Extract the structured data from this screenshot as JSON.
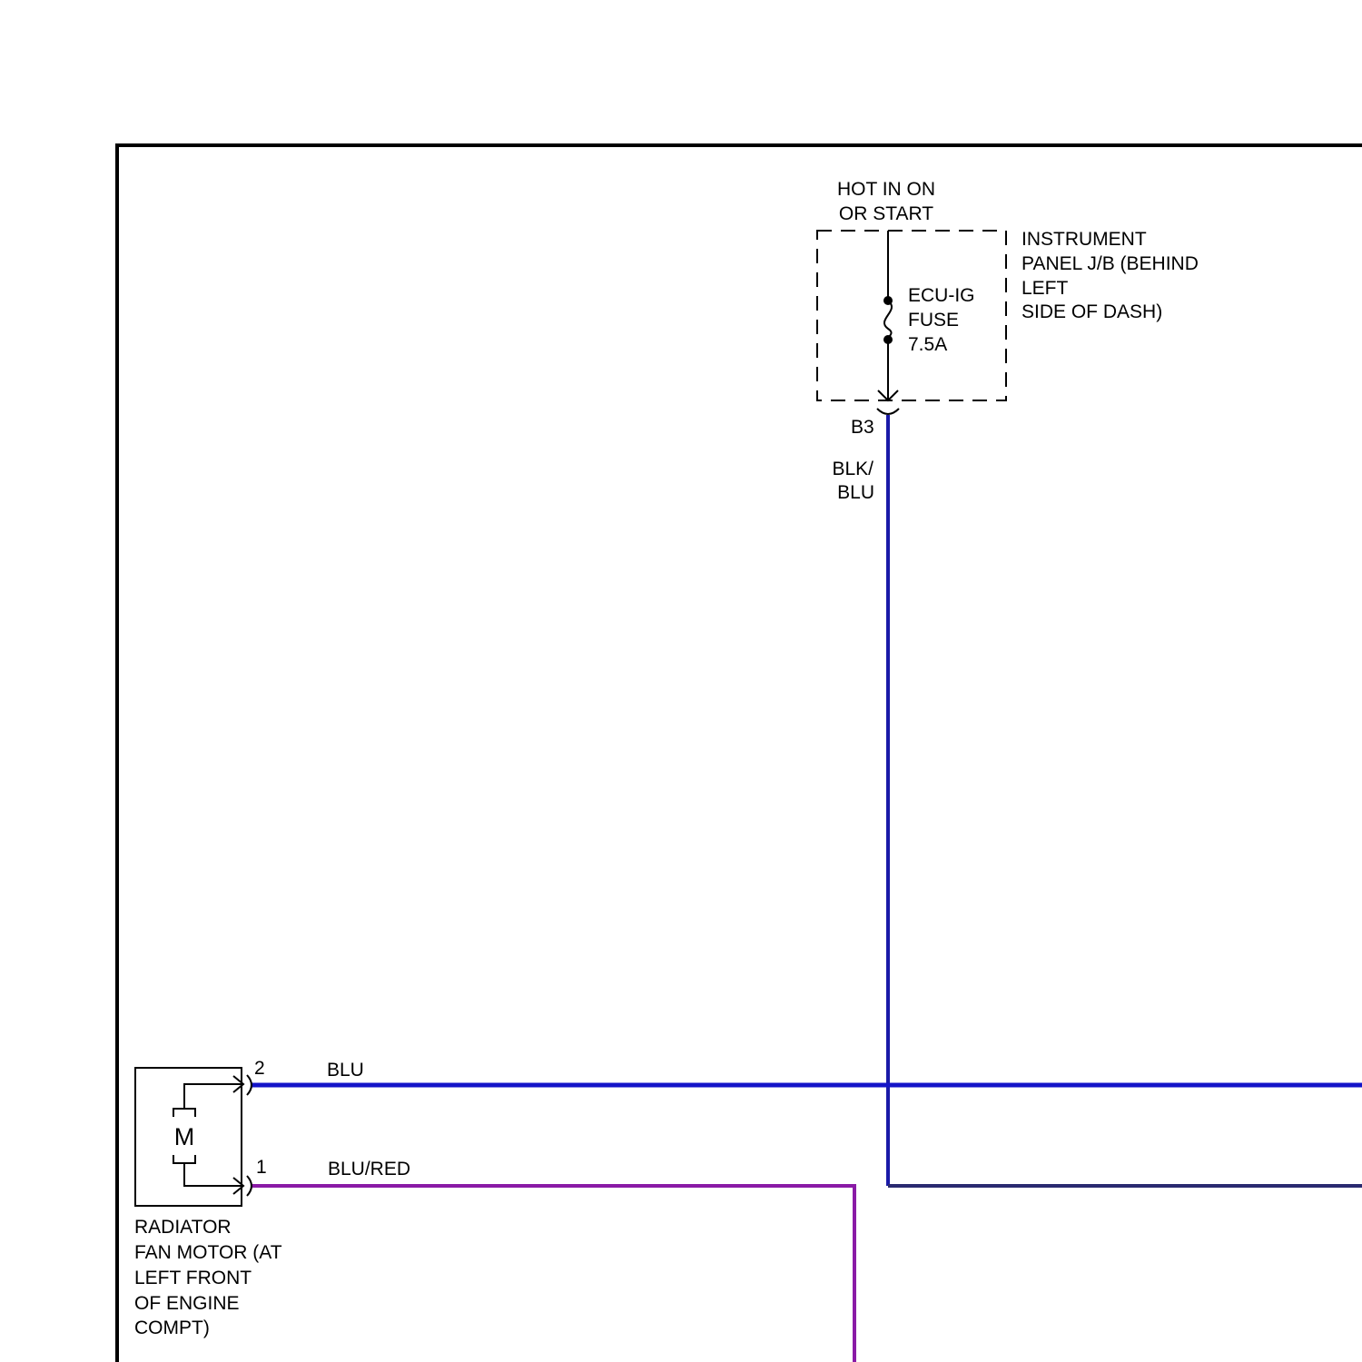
{
  "power_source": {
    "line1": "HOT IN ON",
    "line2": "OR START"
  },
  "junction_box": {
    "line1": "INSTRUMENT",
    "line2": "PANEL J/B (BEHIND",
    "line3": "LEFT",
    "line4": "SIDE OF DASH)"
  },
  "fuse": {
    "name": "ECU-IG",
    "type": "FUSE",
    "rating": "7.5A"
  },
  "connector_b3": {
    "label": "B3"
  },
  "wires": {
    "blk_blu": {
      "line1": "BLK/",
      "line2": "BLU",
      "color": "#1a1aa8"
    },
    "blu": {
      "label": "BLU",
      "color": "#1414c8"
    },
    "blu_red": {
      "label": "BLU/RED",
      "color": "#8a1aa6"
    },
    "return": {
      "color": "#2a2a70"
    }
  },
  "motor": {
    "symbol": "M",
    "pin_top": "2",
    "pin_bottom": "1",
    "line1": "RADIATOR",
    "line2": "FAN MOTOR (AT",
    "line3": "LEFT FRONT",
    "line4": "OF ENGINE",
    "line5": "COMPT)"
  }
}
